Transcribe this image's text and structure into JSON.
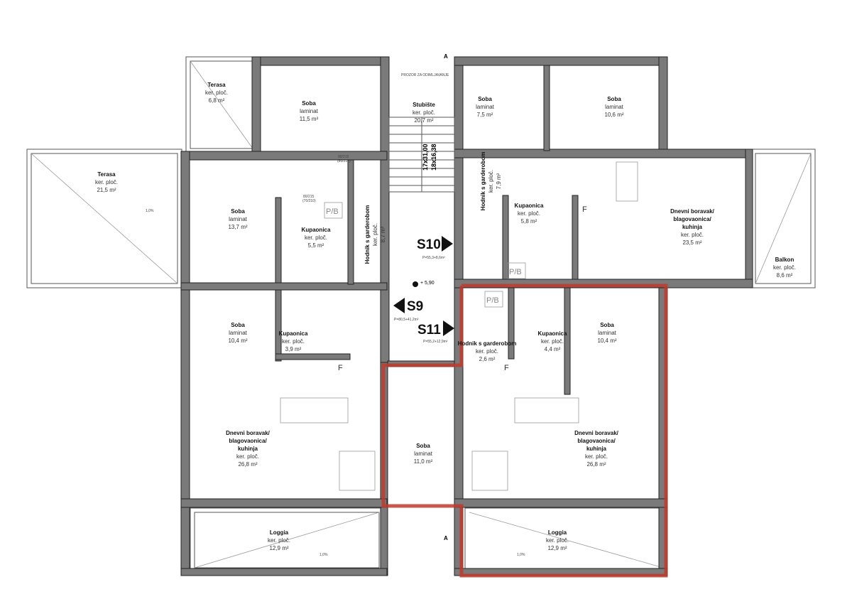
{
  "plan": {
    "annotations": {
      "smoke_window": "PROZOR ZA ODIMLJAVANJE",
      "stair_a": "17x31,00",
      "stair_b": "18x16,38",
      "level": "+ 5,90",
      "section_mark": "A",
      "highlight_color": "#c0392b"
    },
    "units": [
      {
        "id": "S10",
        "area": "P=55,3+8,6m²"
      },
      {
        "id": "S9",
        "area": "P=80,5+41,2m²"
      },
      {
        "id": "S11",
        "area": "P=55,2+12,9m²"
      }
    ],
    "rooms": [
      {
        "name": "Terasa",
        "floor": "ker. ploč.",
        "area": "6,8 m²"
      },
      {
        "name": "Soba",
        "floor": "laminat",
        "area": "11,5 m²"
      },
      {
        "name": "Stubište",
        "floor": "ker. ploč.",
        "area": "20,7 m²"
      },
      {
        "name": "Soba",
        "floor": "laminat",
        "area": "7,5 m²"
      },
      {
        "name": "Soba",
        "floor": "laminat",
        "area": "10,6 m²"
      },
      {
        "name": "Terasa",
        "floor": "ker. ploč.",
        "area": "21,5 m²"
      },
      {
        "name": "Soba",
        "floor": "laminat",
        "area": "13,7 m²"
      },
      {
        "name": "Kupaonica",
        "floor": "ker. ploč.",
        "area": "5,5 m²"
      },
      {
        "name": "Hodnik s garderobom",
        "floor": "ker. ploč.",
        "area": "8,7 m²"
      },
      {
        "name": "Hodnik s garderobom",
        "floor": "ker. ploč.",
        "area": "7,9 m²"
      },
      {
        "name": "Kupaonica",
        "floor": "ker. ploč.",
        "area": "5,8 m²"
      },
      {
        "name": "Dnevni boravak/ blagovaonica/ kuhinja",
        "floor": "ker. ploč.",
        "area": "23,5 m²"
      },
      {
        "name": "Balkon",
        "floor": "ker. ploč.",
        "area": "8,6 m²"
      },
      {
        "name": "Soba",
        "floor": "laminat",
        "area": "10,4 m²"
      },
      {
        "name": "Kupaonica",
        "floor": "ker. ploč.",
        "area": "3,9 m²"
      },
      {
        "name": "Hodnik s garderobom",
        "floor": "ker. ploč.",
        "area": "2,6 m²"
      },
      {
        "name": "Kupaonica",
        "floor": "ker. ploč.",
        "area": "4,4 m²"
      },
      {
        "name": "Soba",
        "floor": "laminat",
        "area": "10,4 m²"
      },
      {
        "name": "Dnevni boravak/ blagovaonica/ kuhinja",
        "floor": "ker. ploč.",
        "area": "26,8 m²"
      },
      {
        "name": "Soba",
        "floor": "laminat",
        "area": "11,0 m²"
      },
      {
        "name": "Dnevni boravak/ blagovaonica/ kuhinja",
        "floor": "ker. ploč.",
        "area": "26,8 m²"
      },
      {
        "name": "Loggia",
        "floor": "ker. ploč.",
        "area": "12,9 m²"
      },
      {
        "name": "Loggia",
        "floor": "ker. ploč.",
        "area": "12,9 m²"
      }
    ],
    "door_labels": [
      "90/215",
      "(80/210)",
      "80/215",
      "(70/210)"
    ],
    "fixtures": {
      "wm": "P/B",
      "fridge": "F"
    },
    "slope": "1,0%"
  }
}
